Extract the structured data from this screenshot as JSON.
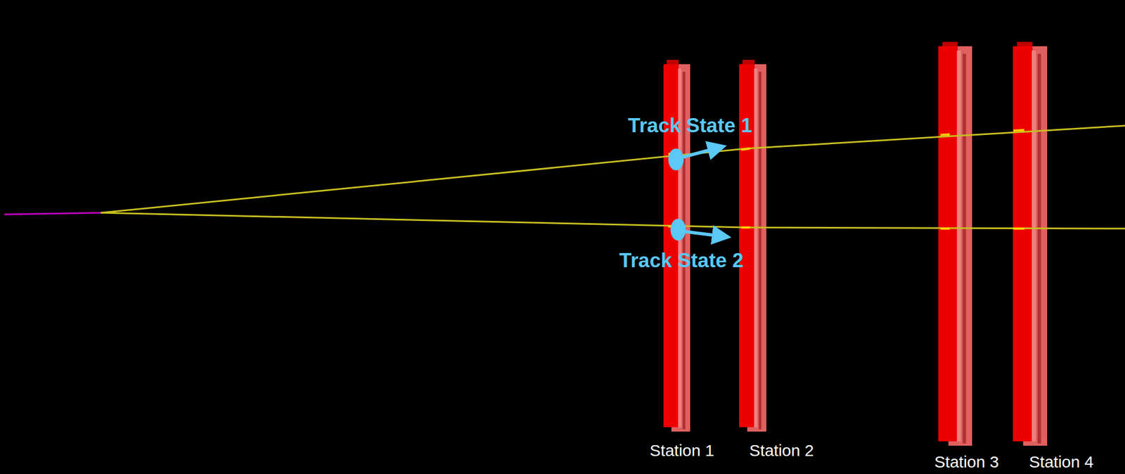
{
  "diagram": {
    "labels": [
      "Track State 1",
      "Track State 2",
      "Station 1",
      "Station 2",
      "Station 3",
      "Station 4"
    ]
  }
}
